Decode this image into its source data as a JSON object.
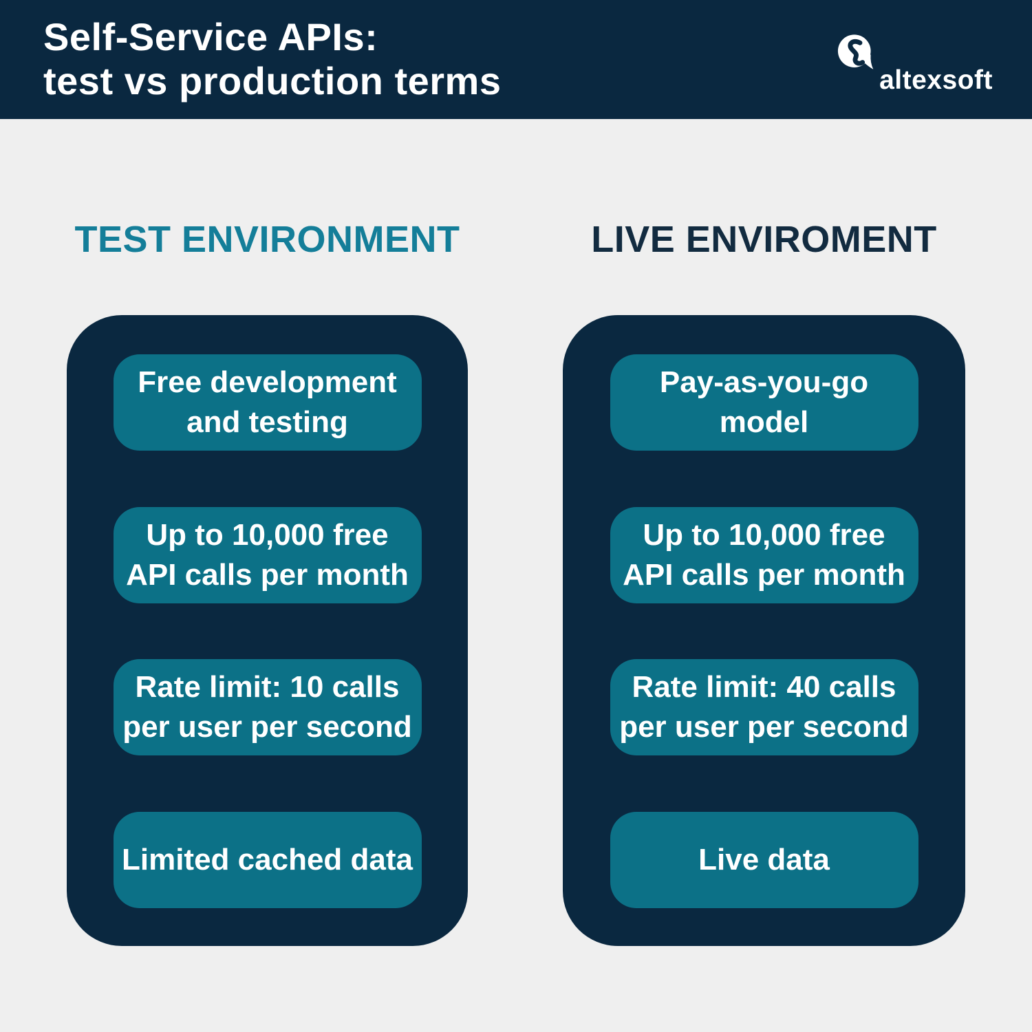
{
  "header": {
    "title_line1": "Self-Service APIs:",
    "title_line2": "test vs production terms",
    "logo_text": "altexsoft"
  },
  "colors": {
    "navy": "#0a2840",
    "pill_teal": "#0c7187",
    "heading_teal": "#147e99",
    "heading_navy": "#122b40",
    "background": "#efefef",
    "text_white": "#ffffff"
  },
  "columns": [
    {
      "heading": "TEST ENVIRONMENT",
      "items": [
        "Free development\nand testing",
        "Up to 10,000 free\nAPI calls per month",
        "Rate limit: 10 calls\nper user per second",
        "Limited cached data"
      ]
    },
    {
      "heading": "LIVE ENVIROMENT",
      "items": [
        "Pay-as-you-go model",
        "Up to 10,000 free\nAPI calls per month",
        "Rate limit: 40 calls\nper user per second",
        "Live data"
      ]
    }
  ]
}
